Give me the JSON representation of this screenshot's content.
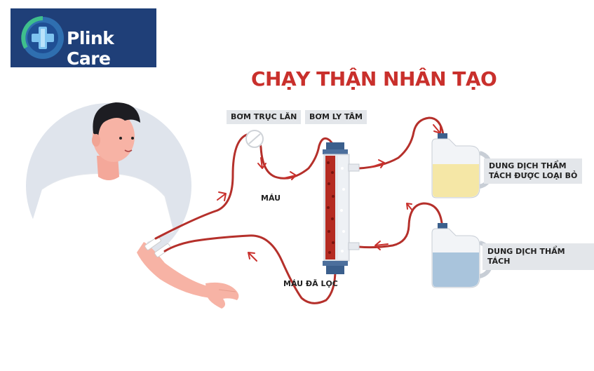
{
  "brand": {
    "name": "Plink Care"
  },
  "title": "CHẠY THẬN NHÂN TẠO",
  "labels": {
    "roller_pump": "BƠM TRỤC LĂN",
    "centrifugal_pump": "BƠM LY TÂM",
    "blood": "MÁU",
    "filtered_blood": "MÁU ĐÃ LỌC",
    "waste_dialysate_line1": "DUNG DỊCH THẨM",
    "waste_dialysate_line2": "TÁCH ĐƯỢC LOẠI BỎ",
    "fresh_dialysate": "DUNG DỊCH THẨM TÁCH"
  },
  "colors": {
    "tube": "#b5302b",
    "accent": "#c9302c",
    "logo_bg": "#1f3f78",
    "waste_fluid": "#f5e7a6",
    "fresh_fluid": "#a9c4dc",
    "patient_circle": "#dfe4ec"
  },
  "icons": [
    "plus-cross-logo-icon",
    "roller-pump-icon",
    "dialyzer-filter-icon",
    "waste-jug-icon",
    "fresh-jug-icon"
  ]
}
